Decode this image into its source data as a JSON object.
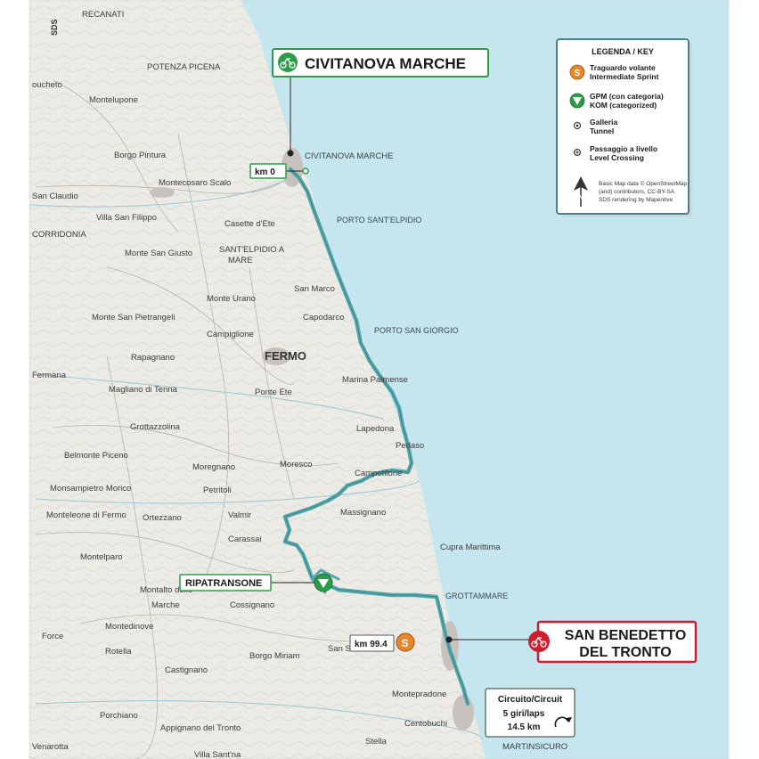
{
  "map": {
    "attribution_vertical": "SDS",
    "start": {
      "name": "CIVITANOVA MARCHE",
      "km_label": "km 0"
    },
    "finish": {
      "name_line1": "SAN BENEDETTO",
      "name_line2": "DEL TRONTO"
    },
    "kom": {
      "name": "RIPATRANSONE"
    },
    "sprint": {
      "km_label": "km 99.4",
      "symbol": "S"
    },
    "circuit": {
      "title": "Circuito/Circuit",
      "laps": "5 giri/laps",
      "length": "14.5 km"
    },
    "legend": {
      "title": "LEGENDA / KEY",
      "items": [
        {
          "icon": "sprint-icon",
          "symbol": "S",
          "line1": "Traguardo volante",
          "line2": "Intermediate Sprint"
        },
        {
          "icon": "kom-icon",
          "symbol": "V",
          "line1": "GPM (con categoria)",
          "line2": "KOM (categorized)"
        },
        {
          "icon": "tunnel-icon",
          "line1": "Galleria",
          "line2": "Tunnel"
        },
        {
          "icon": "level-crossing-icon",
          "line1": "Passaggio a livello",
          "line2": "Level Crossing"
        }
      ],
      "north": "N",
      "credits": [
        "Basic Map data © OpenStreetMap",
        "(and) contributors, CC-BY-SA",
        "SDS rendering by Mapentive"
      ]
    },
    "places": [
      "RECANATI",
      "POTENZA PICENA",
      "oucheto",
      "Montelupone",
      "Borgo Pintura",
      "Montecosaro Scalo",
      "San Claudio",
      "Villa San Filippo",
      "CORRIDONIA",
      "Casette d'Ete",
      "Monte San Giusto",
      "SANT'ELPIDIO A",
      "MARE",
      "CIVITANOVA MARCHE",
      "PORTO SANT'ELPIDIO",
      "San Marco",
      "Monte Urano",
      "Monte San Pietrangeli",
      "Capodarco",
      "Campiglione",
      "PORTO SAN GIORGIO",
      "Rapagnano",
      "FERMO",
      "Fermana",
      "Magliano di Tenna",
      "Ponte Ete",
      "Marina Palmense",
      "Grottazzolina",
      "Lapedona",
      "Belmonte Piceno",
      "Pedaso",
      "Moregnano",
      "Moresco",
      "Campofilone",
      "Monsampietro Morico",
      "Petritoli",
      "Massignano",
      "Valmir",
      "Monteleone di Fermo",
      "Ortezzano",
      "Carassai",
      "Cupra Marittima",
      "Montelparo",
      "Montalto delle",
      "Marche",
      "Cossignano",
      "GROTTAMMARE",
      "Montedinove",
      "Force",
      "Rotella",
      "San Sa",
      "Castignano",
      "Borgo Miriam",
      "Montepradone",
      "Porchiano",
      "Centobuchi",
      "Appignano del Tronto",
      "Venarotta",
      "Villa Sant'na",
      "Stella",
      "MARTINSICURO"
    ]
  }
}
